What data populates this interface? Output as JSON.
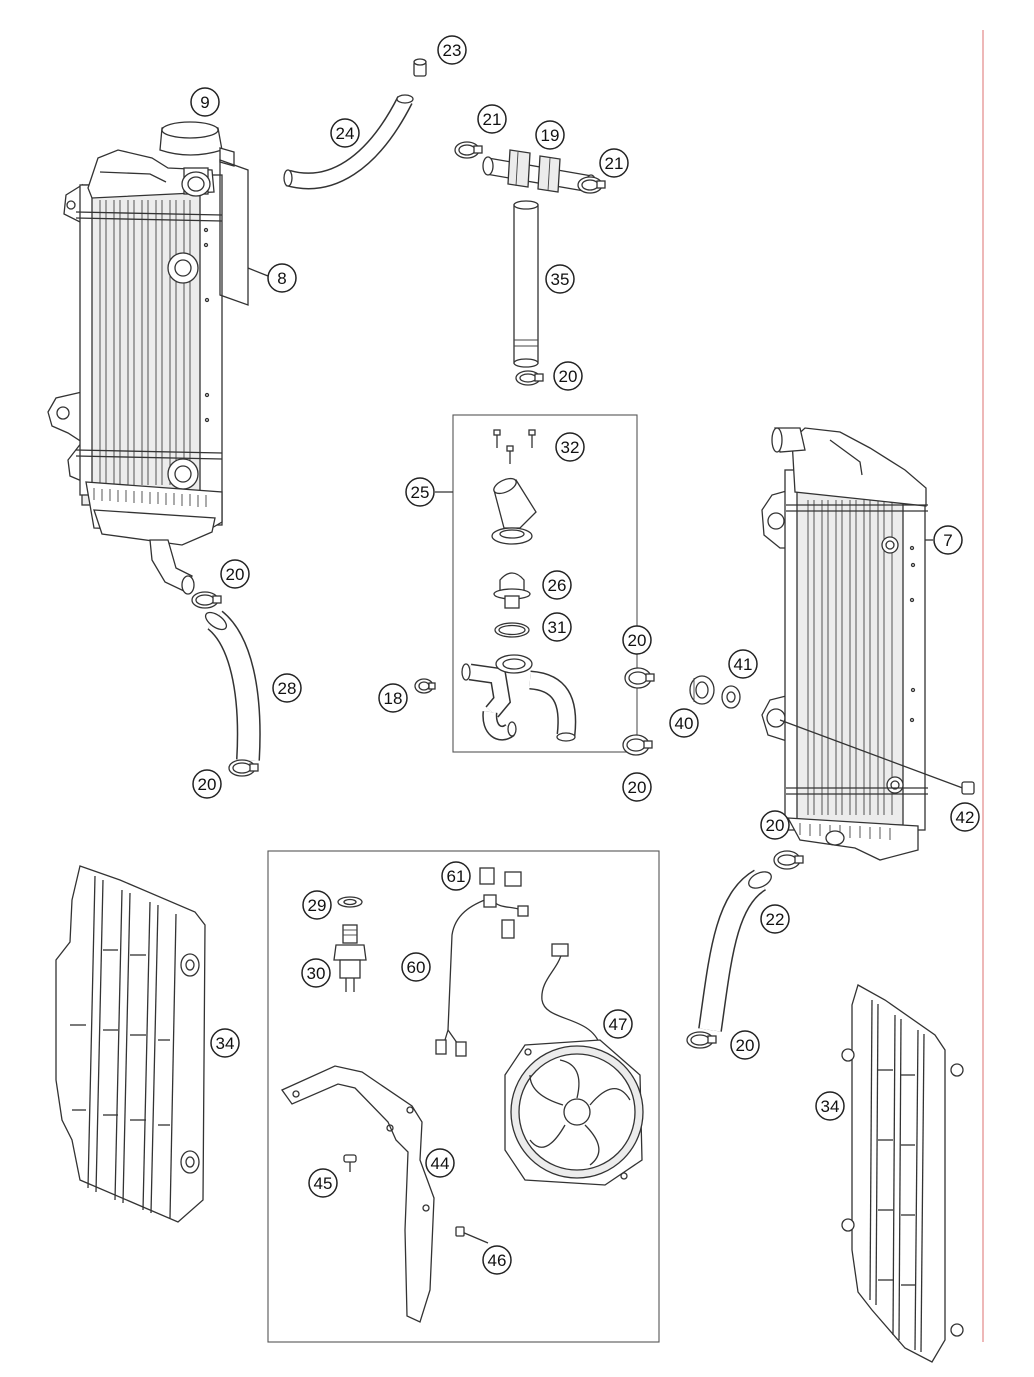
{
  "part_numbers": [
    "9",
    "23",
    "24",
    "21",
    "19",
    "21",
    "8",
    "35",
    "20",
    "32",
    "25",
    "7",
    "20",
    "26",
    "31",
    "20",
    "41",
    "28",
    "18",
    "40",
    "20",
    "20",
    "42",
    "20",
    "61",
    "29",
    "22",
    "60",
    "30",
    "47",
    "34",
    "20",
    "34",
    "44",
    "45",
    "46"
  ],
  "colors": {
    "line": "#333333",
    "fill": "#ffffff",
    "core": "#ececec",
    "margin_rule": "#e8a0a0"
  }
}
